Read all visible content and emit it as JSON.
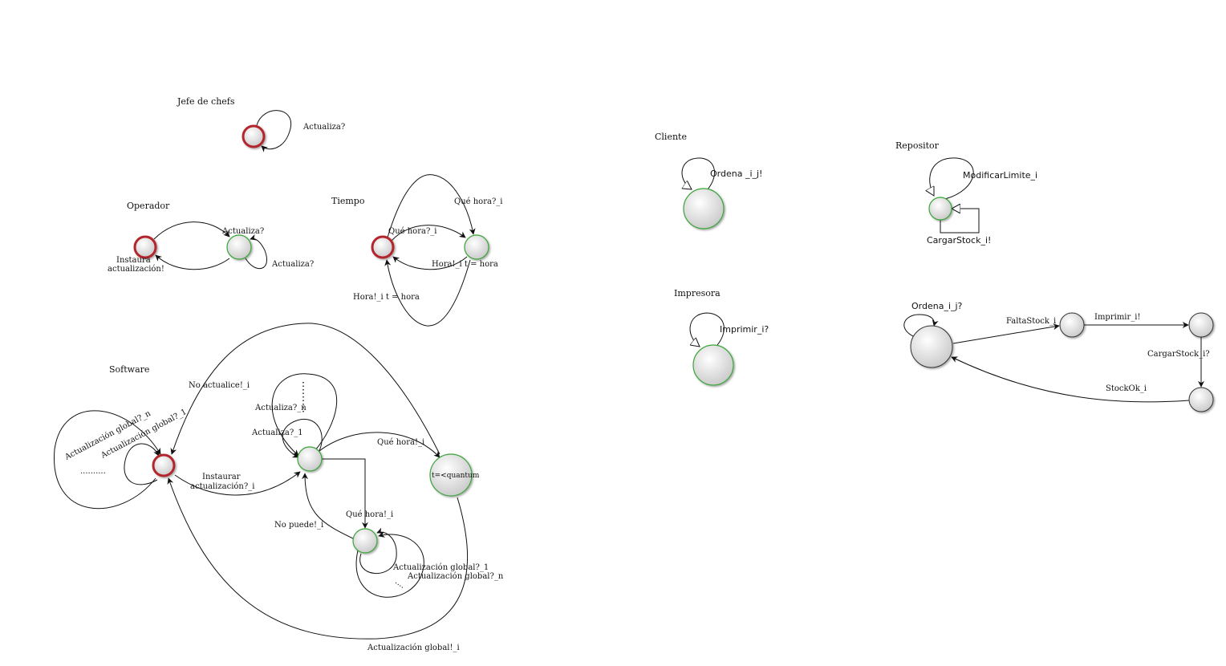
{
  "diagrams": {
    "jefe": {
      "title": "Jefe de chefs",
      "labels": {
        "loop": "Actualiza?"
      }
    },
    "operador": {
      "title": "Operador",
      "labels": {
        "to_green": "Actualiza?",
        "loop": "Actualiza?",
        "back_line1": "Instaura",
        "back_line2": "actualización!"
      }
    },
    "tiempo": {
      "title": "Tiempo",
      "labels": {
        "top": "Qué hora?_i",
        "inner_top": "Qué hora?_i",
        "inner_back": "Hora!_i t = hora",
        "outer_back": "Hora!_i t = hora"
      }
    },
    "software": {
      "title": "Software",
      "labels": {
        "no_actualice": "No actualice!_i",
        "act_n": "Actualiza?_n",
        "act_1": "Actualiza?_1",
        "glob_n": "Actualización global?_n",
        "glob_1": "Actualización global?_1",
        "dots_left": "..........",
        "instaurar_1": "Instaurar",
        "instaurar_2": "actualización?_i",
        "que_hora_send": "Qué hora!_i",
        "quantum": "t=<quantum",
        "que_hora_b": "Qué hora!_i",
        "no_puede": "No puede!_i",
        "glob_1b": "Actualización global?_1",
        "glob_nb": "Actualización global?_n",
        "dots_b": "....",
        "glob_send": "Actualización global!_i"
      }
    },
    "cliente": {
      "title": "Cliente",
      "labels": {
        "loop": "Ordena _i_j!"
      }
    },
    "impresora": {
      "title": "Impresora",
      "labels": {
        "loop": "Imprimir_i?"
      }
    },
    "repositor": {
      "title": "Repositor",
      "labels": {
        "loop": "ModificarLimite_i",
        "self": "CargarStock_i!"
      }
    },
    "orden": {
      "labels": {
        "loop": "Ordena_i_j?",
        "falta": "FaltaStock_i",
        "imprimir": "Imprimir_i!",
        "cargar": "CargarStock_i?",
        "stockok": "StockOk_i"
      }
    }
  },
  "colors": {
    "initial_state": "#b3282d",
    "active_state": "#3aa53a",
    "state_fill": "#d9d9d9",
    "edge": "#111111"
  }
}
